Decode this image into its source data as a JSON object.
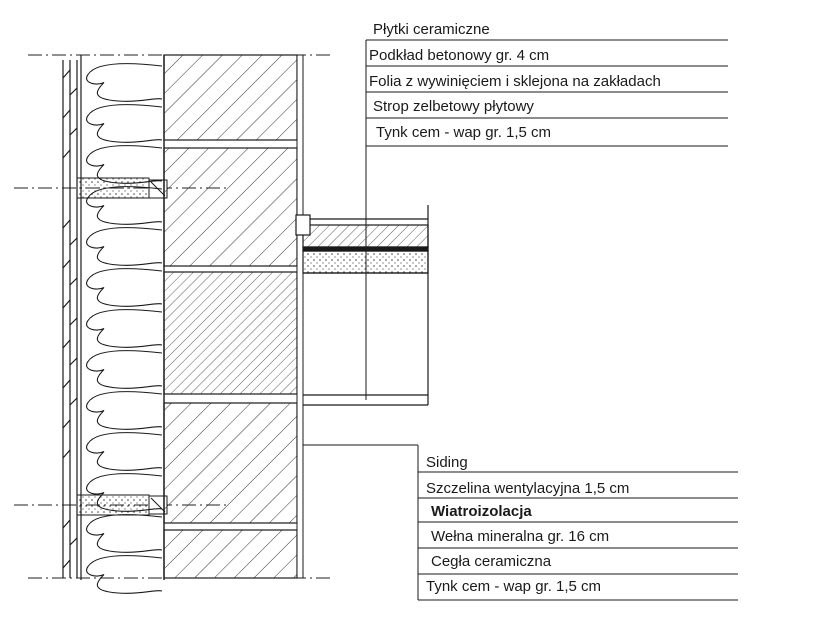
{
  "top_callout": {
    "layers": [
      "Płytki ceramiczne",
      "Podkład betonowy gr. 4 cm",
      "Folia z wywinięciem i sklejona na zakładach",
      "Strop zelbetowy płytowy",
      "Tynk cem - wap gr. 1,5 cm"
    ]
  },
  "bottom_callout": {
    "layers": [
      "Siding",
      "Szczelina wentylacyjna 1,5 cm",
      "Wiatroizolacja",
      "Wełna mineralna gr. 16 cm",
      "Cegła ceramiczna",
      "Tynk cem - wap gr. 1,5 cm"
    ]
  },
  "colors": {
    "line": "#1a1a1a",
    "background": "#ffffff"
  }
}
